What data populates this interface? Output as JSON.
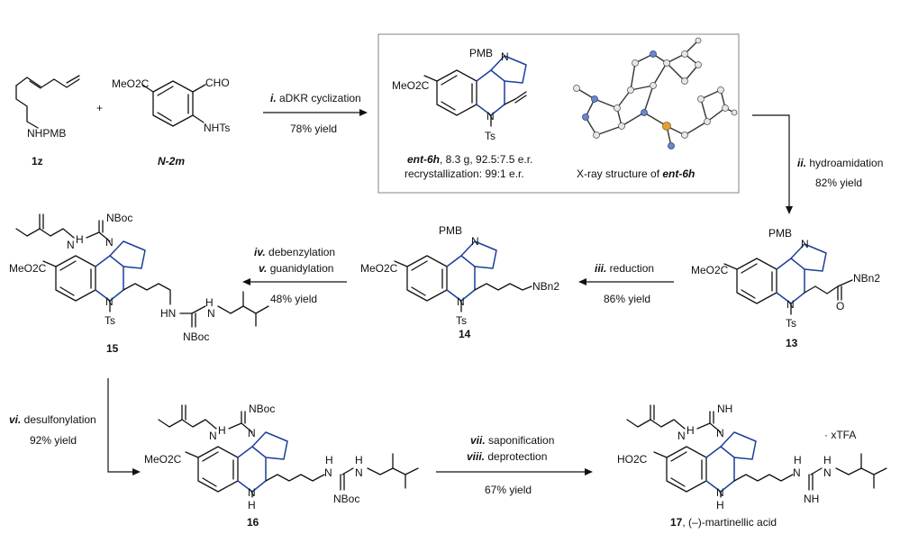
{
  "steps": {
    "i": {
      "numeral": "i.",
      "text": " aDKR cyclization",
      "yield": "78% yield"
    },
    "ii": {
      "numeral": "ii.",
      "text": " hydroamidation",
      "yield": "82% yield"
    },
    "iii": {
      "numeral": "iii.",
      "text": " reduction",
      "yield": "86% yield"
    },
    "iv": {
      "numeral": "iv.",
      "text": " debenzylation"
    },
    "v": {
      "numeral": "v.",
      "text": " guanidylation",
      "yield": "48% yield"
    },
    "vi": {
      "numeral": "vi.",
      "text": " desulfonylation",
      "yield": "92% yield"
    },
    "vii": {
      "numeral": "vii.",
      "text": " saponification"
    },
    "viii": {
      "numeral": "viii.",
      "text": " deprotection",
      "yield": "67% yield"
    }
  },
  "compounds": {
    "c1z": {
      "label": "1z"
    },
    "n2m": {
      "label": "N-2m"
    },
    "ent6h": {
      "label": "ent-6h",
      "note": ", 8.3 g, 92.5:7.5 e.r.",
      "note2": "recrystallization: 99:1 e.r."
    },
    "c13": {
      "label": "13"
    },
    "c14": {
      "label": "14"
    },
    "c15": {
      "label": "15"
    },
    "c16": {
      "label": "16"
    },
    "c17": {
      "label": "17",
      "note": ", (–)-martinellic acid",
      "salt": "· xTFA"
    }
  },
  "xray": {
    "caption_pre": "X-ray structure of ",
    "caption_bold": "ent-6h"
  },
  "atoms": {
    "nhpmb": "NHPMB",
    "meo2c": "MeO2C",
    "cho": "CHO",
    "nhts": "NHTs",
    "pmb": "PMB",
    "n": "N",
    "ts": "Ts",
    "h": "H",
    "nbn2": "NBn2",
    "nboc": "NBoc",
    "nh": "NH",
    "hn": "HN",
    "ho2c": "HO2C",
    "o": "O",
    "plus": "+"
  },
  "colors": {
    "nitrogen_ring": "#1b3f9a",
    "xray_sulfur": "#e0a23b",
    "xray_nitrogen": "#6e86c9"
  }
}
